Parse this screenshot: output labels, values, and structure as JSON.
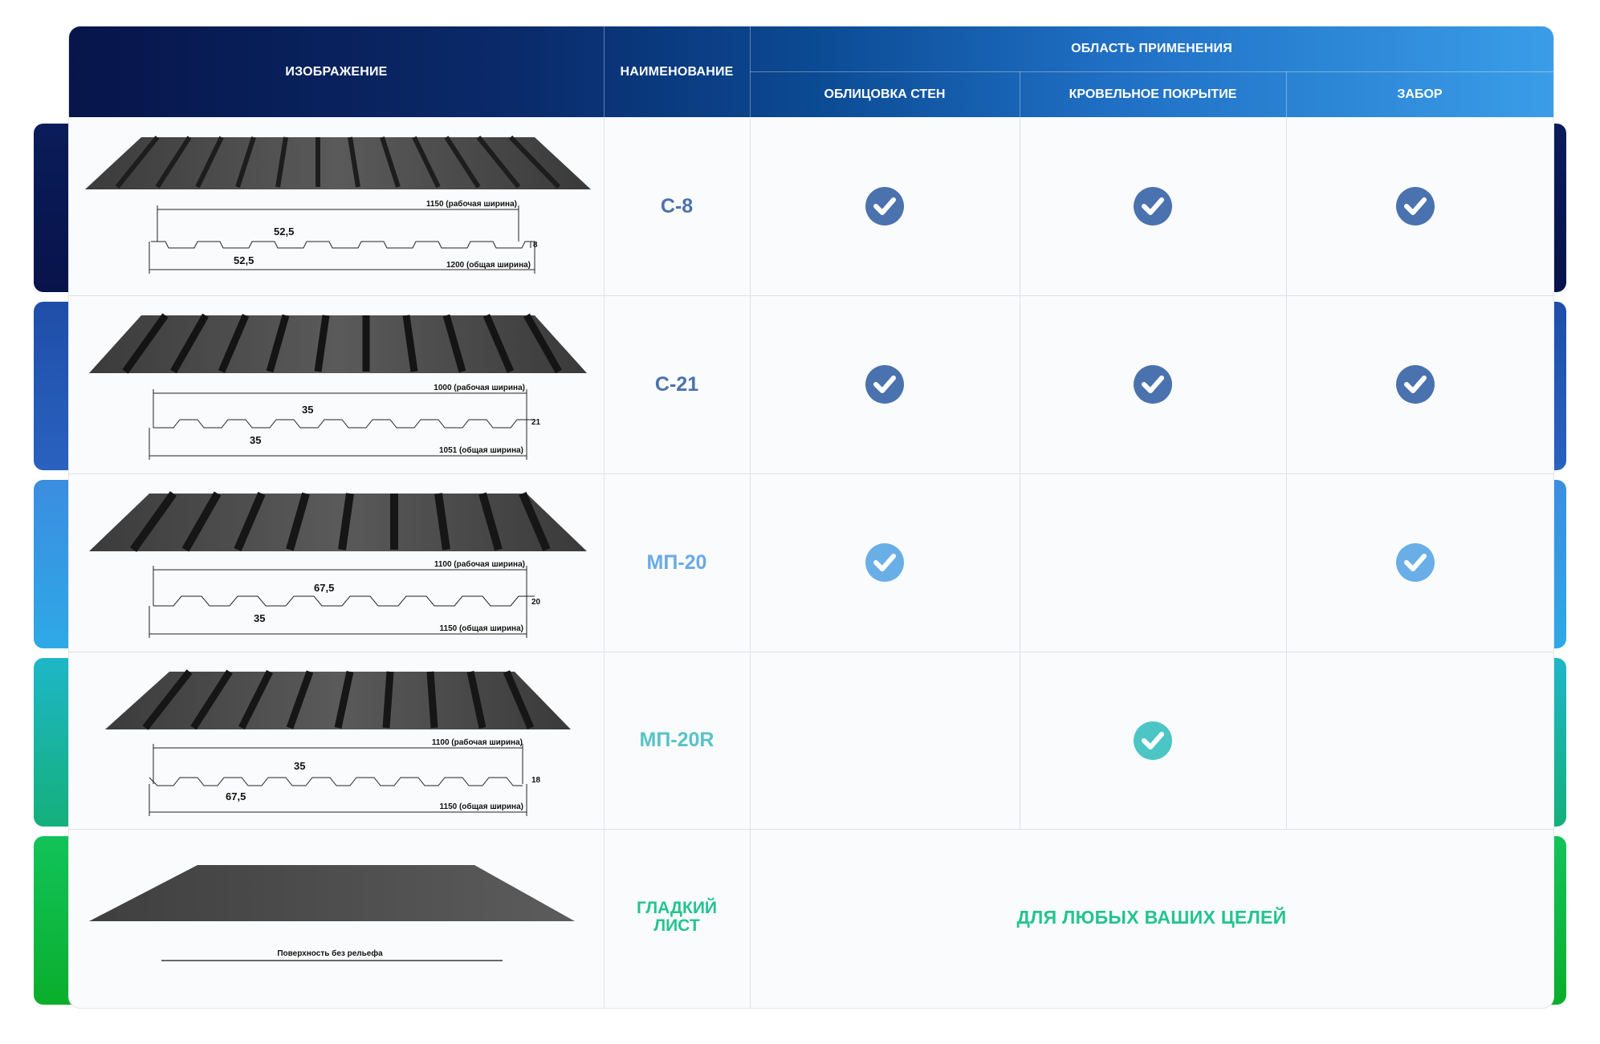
{
  "header": {
    "image_col": "ИЗОБРАЖЕНИЕ",
    "name_col": "НАИМЕНОВАНИЕ",
    "application_group": "ОБЛАСТЬ ПРИМЕНЕНИЯ",
    "sub_cols": [
      "ОБЛИЦОВКА СТЕН",
      "КРОВЕЛЬНОЕ ПОКРЫТИЕ",
      "ЗАБОР"
    ]
  },
  "rows": [
    {
      "name": "С-8",
      "name_color": "#4a72ae",
      "check_color": "#4a72ae",
      "walls": true,
      "roof": true,
      "fence": true,
      "labels": {
        "work": "1150 (рабочая ширина)",
        "total": "1200 (общая ширина)",
        "top": "52,5",
        "bottom": "52,5",
        "height": "8"
      }
    },
    {
      "name": "С-21",
      "name_color": "#4a72ae",
      "check_color": "#4a72ae",
      "walls": true,
      "roof": true,
      "fence": true,
      "labels": {
        "work": "1000 (рабочая ширина)",
        "total": "1051 (общая ширина)",
        "top": "35",
        "bottom": "35",
        "height": "21"
      }
    },
    {
      "name": "МП-20",
      "name_color": "#6aaae6",
      "check_color": "#6aaee8",
      "walls": true,
      "roof": false,
      "fence": true,
      "labels": {
        "work": "1100 (рабочая ширина)",
        "total": "1150 (общая ширина)",
        "top": "67,5",
        "bottom": "35",
        "height": "20"
      }
    },
    {
      "name": "МП-20R",
      "name_color": "#58c3c8",
      "check_color": "#4cc6c4",
      "walls": false,
      "roof": true,
      "fence": false,
      "labels": {
        "work": "1100 (рабочая ширина)",
        "total": "1150 (общая ширина)",
        "top": "35",
        "bottom": "67,5",
        "height": "18"
      }
    }
  ],
  "smooth": {
    "name_line1": "ГЛАДКИЙ",
    "name_line2": "ЛИСТ",
    "name_color": "#23c48e",
    "caption": "Поверхность без рельефа",
    "purpose": "ДЛЯ ЛЮБЫХ ВАШИХ ЦЕЛЕЙ"
  }
}
